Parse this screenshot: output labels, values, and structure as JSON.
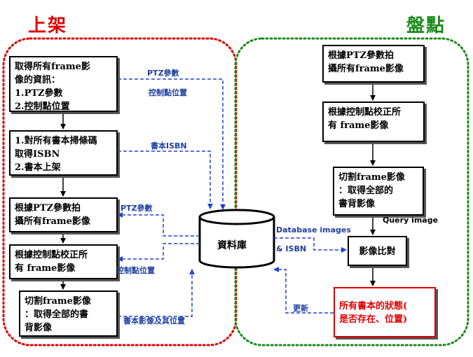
{
  "titles": {
    "left": "上架",
    "right": "盤點"
  },
  "colors": {
    "left_title": "#e00000",
    "right_title": "#1a8a1a",
    "left_border": "#e00000",
    "right_border": "#1a8a1a",
    "arrow_blue": "#2244cc"
  },
  "left_boxes": [
    "取得所有frame影\n像的資訊：\n1.PTZ參數\n2.控制點位置",
    "1.對所有書本掃條碼\n   取得ISBN\n2.書本上架",
    "根據PTZ參數拍\n攝所有frame影像",
    "根據控制點校正所\n有 frame影像",
    "切割frame影像\n：取得全部的書\n背影像"
  ],
  "right_boxes": [
    "根據PTZ參數拍\n攝所有frame影像",
    "根據控制點校正所\n有 frame影像",
    "切割frame影像\n：取得全部的\n書背影像",
    "影像比對",
    "所有書本的狀態(\n是否存在、位置)"
  ],
  "database": "資料庫",
  "labels": {
    "ptz_top": "PTZ參數",
    "ctrl_top": "控制點位置",
    "isbn": "書本ISBN",
    "ptz_mid": "PTZ參數",
    "ctrl_mid": "控制點位置",
    "book_images": "書本影像及其位置",
    "db_images": "Database images",
    "and_isbn": "& ISBN",
    "query": "Query image",
    "update": "更新"
  }
}
